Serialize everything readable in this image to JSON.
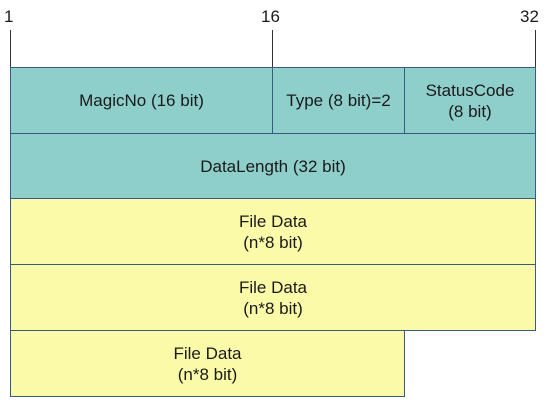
{
  "ruler": {
    "labels": [
      "1",
      "16",
      "32"
    ]
  },
  "colors": {
    "header": "#8fcfcb",
    "data": "#fafaa8",
    "border": "#3a5a80"
  },
  "rows": {
    "magic_no": "MagicNo (16 bit)",
    "type": "Type (8 bit)=2",
    "status_code": "StatusCode\n(8 bit)",
    "data_length": "DataLength (32 bit)",
    "file_data_1": "File Data\n(n*8 bit)",
    "file_data_2": "File Data\n(n*8 bit)",
    "file_data_3": "File Data\n(n*8 bit)"
  }
}
